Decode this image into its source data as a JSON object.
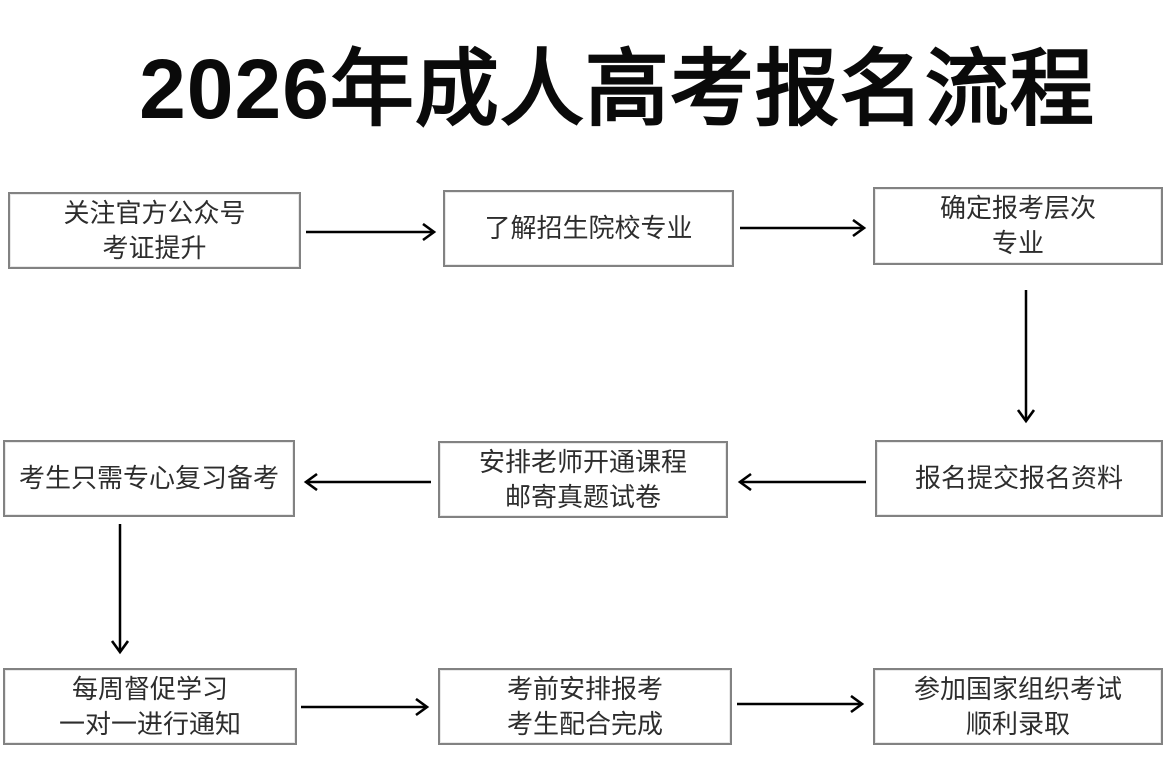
{
  "title": {
    "text": "2026年成人高考报名流程"
  },
  "flowchart": {
    "steps": [
      {
        "line1": "关注官方公众号",
        "line2": "考证提升"
      },
      {
        "line1": "了解招生院校专业",
        "line2": ""
      },
      {
        "line1": "确定报考层次",
        "line2": "专业"
      },
      {
        "line1": "报名提交报名资料",
        "line2": ""
      },
      {
        "line1": "安排老师开通课程",
        "line2": "邮寄真题试卷"
      },
      {
        "line1": "考生只需专心复习备考",
        "line2": ""
      },
      {
        "line1": "每周督促学习",
        "line2": "一对一进行通知"
      },
      {
        "line1": "考前安排报考",
        "line2": "考生配合完成"
      },
      {
        "line1": "参加国家组织考试",
        "line2": "顺利录取"
      }
    ],
    "flow_order": [
      "关注官方公众号 考证提升",
      "了解招生院校专业",
      "确定报考层次 专业",
      "报名提交报名资料",
      "安排老师开通课程 邮寄真题试卷",
      "考生只需专心复习备考",
      "每周督促学习 一对一进行通知",
      "考前安排报考 考生配合完成",
      "参加国家组织考试 顺利录取"
    ],
    "colors": {
      "background": "#ffffff",
      "box_border": "#828282",
      "box_text": "#2d2d2d",
      "arrow": "#000000",
      "title_text": "#0a0a0a"
    }
  }
}
